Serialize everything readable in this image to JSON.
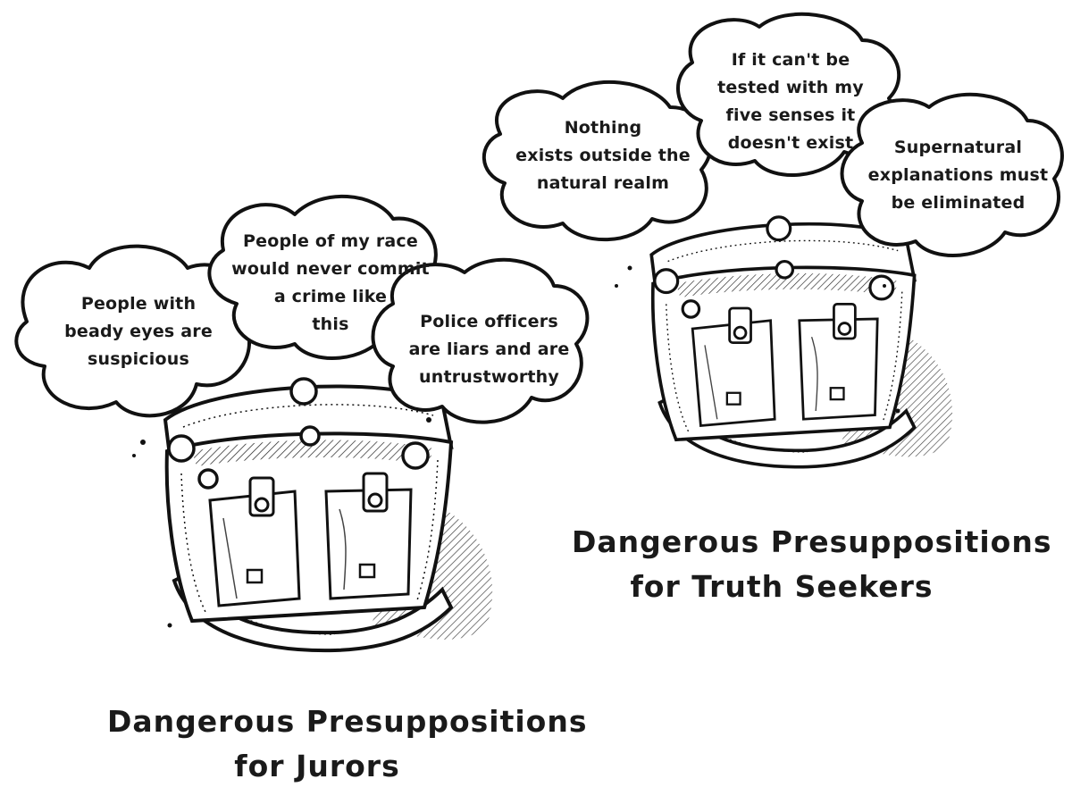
{
  "juror_panel": {
    "clouds": [
      {
        "lines": [
          "People with",
          "beady eyes are",
          "suspicious"
        ]
      },
      {
        "lines": [
          "People of my race",
          "would never commit",
          "a crime like",
          "this"
        ]
      },
      {
        "lines": [
          "Police officers",
          "are liars and are",
          "untrustworthy"
        ]
      }
    ],
    "caption_lines": [
      "Dangerous Presuppositions",
      "for Jurors"
    ]
  },
  "truth_panel": {
    "clouds": [
      {
        "lines": [
          "Nothing",
          "exists outside the",
          "natural realm"
        ]
      },
      {
        "lines": [
          "If it can't be",
          "tested with my",
          "five senses it",
          "doesn't exist"
        ]
      },
      {
        "lines": [
          "Supernatural",
          "explanations must",
          "be eliminated"
        ]
      }
    ],
    "caption_lines": [
      "Dangerous Presuppositions",
      "for Truth Seekers"
    ]
  }
}
